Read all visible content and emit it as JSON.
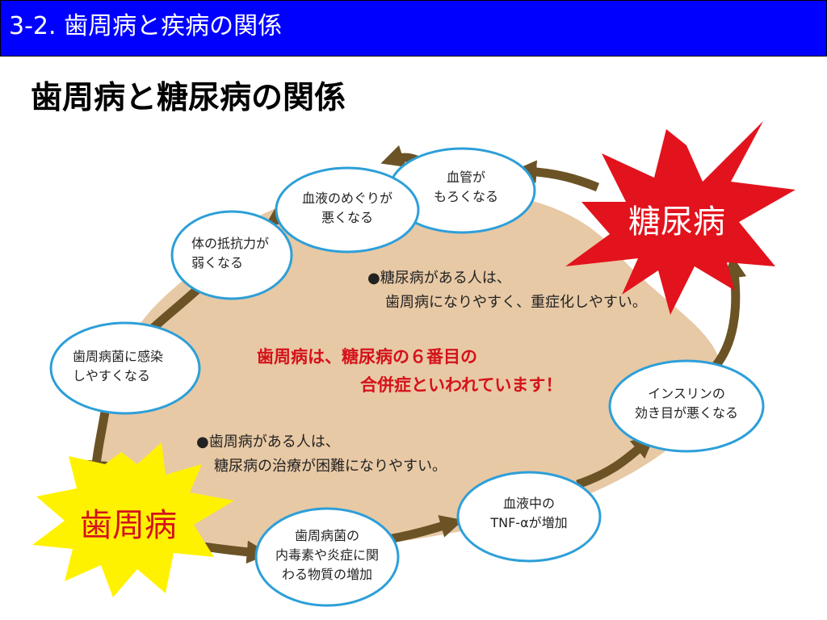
{
  "header": {
    "title": "3-2. 歯周病と疾病の関係"
  },
  "slide_title": "歯周病と糖尿病の関係",
  "bursts": {
    "diabetes": "糖尿病",
    "periodontal": "歯周病"
  },
  "bubbles": {
    "blood_vessel": [
      "血管が",
      "もろくなる"
    ],
    "circulation": [
      "血液のめぐりが",
      "悪くなる"
    ],
    "resistance": [
      "体の抵抗力が",
      "弱くなる"
    ],
    "infection": [
      "歯周病菌に感染",
      "しやすくなる"
    ],
    "toxin": [
      "歯周病菌の",
      "内毒素や炎症に関",
      "わる物質の増加"
    ],
    "tnf": [
      "血液中の",
      "TNF-αが増加"
    ],
    "insulin": [
      "インスリンの",
      "効き目が悪くなる"
    ]
  },
  "notes": {
    "diabetes_note": [
      "●糖尿病がある人は、",
      "歯周病になりやすく、重症化しやすい。"
    ],
    "complication": [
      "歯周病は、糖尿病の６番目の",
      "合併症といわれています！"
    ],
    "periodontal_note": [
      "●歯周病がある人は、",
      "糖尿病の治療が困難になりやすい。"
    ]
  },
  "colors": {
    "header_bg": "#0000ff",
    "blob": "#e8c9a5",
    "arrow": "#6b5326",
    "bubble_stroke": "#2d9fd8",
    "diabetes_burst": "#e2131d",
    "periodontal_burst": "#fff200",
    "emphasis_text": "#d4121b"
  }
}
